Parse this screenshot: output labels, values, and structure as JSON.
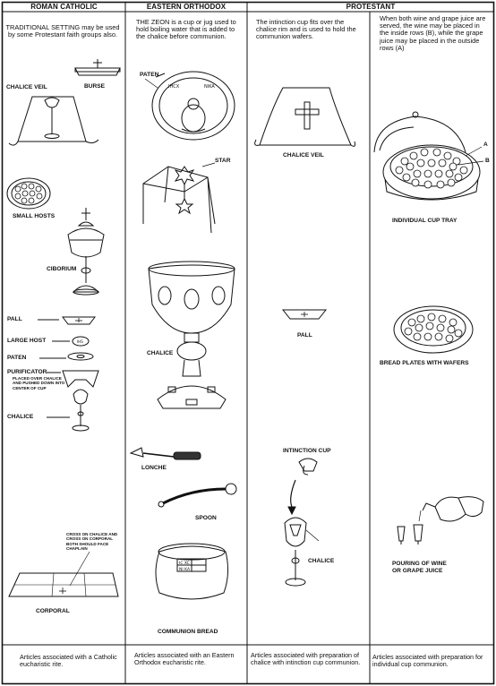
{
  "columns": [
    {
      "header": "ROMAN CATHOLIC",
      "description": "TRADITIONAL SETTING may be used by some Protestant faith groups also.",
      "labels": {
        "burse": "BURSE",
        "chalice_veil": "CHALICE VEIL",
        "small_hosts": "SMALL HOSTS",
        "ciborium": "CIBORIUM",
        "pall": "PALL",
        "large_host": "LARGE HOST",
        "paten": "PATEN",
        "purificator": "PURIFICATOR",
        "purificator_note": "PLACED OVER CHALICE AND PUSHED DOWN INTO CENTER OF CUP",
        "chalice": "CHALICE",
        "cross_note": "CROSS ON CHALICE AND CROSS ON CORPORAL BOTH SHOULD FACE CHAPLAIN",
        "corporal": "CORPORAL"
      },
      "footer": "Articles associated with a Catholic eucharistic rite."
    },
    {
      "header": "EASTERN ORTHODOX",
      "description": "THE ZEON is a cup or jug used to hold boiling water that is added to the chalice before communion.",
      "labels": {
        "paten": "PATEN",
        "star": "STAR",
        "chalice": "CHALICE",
        "lonche": "LONCHE",
        "spoon": "SPOON",
        "communion_bread": "COMMUNION BREAD"
      },
      "footer": "Articles associated with an Eastern Orthodox eucharistic rite."
    },
    {
      "header": "PROTESTANT",
      "description": "The intinction cup fits over the chalice rim and is used to hold the communion wafers.",
      "labels": {
        "chalice_veil": "CHALICE VEIL",
        "pall": "PALL",
        "intinction_cup": "INTINCTION CUP",
        "chalice": "CHALICE"
      },
      "footer": "Articles associated with preparation of chalice with intinction cup communion."
    },
    {
      "header": "",
      "description": "When both wine and grape juice are served, the wine may be placed in the inside rows (B), while the grape juice may be placed in the outside rows (A)",
      "labels": {
        "marker_a": "A",
        "marker_b": "B",
        "individual_cup_tray": "INDIVIDUAL CUP TRAY",
        "bread_plates": "BREAD PLATES WITH WAFERS",
        "pouring": "POURING OF WINE OR GRAPE JUICE"
      },
      "footer": "Articles associated with preparation for individual cup communion."
    }
  ]
}
